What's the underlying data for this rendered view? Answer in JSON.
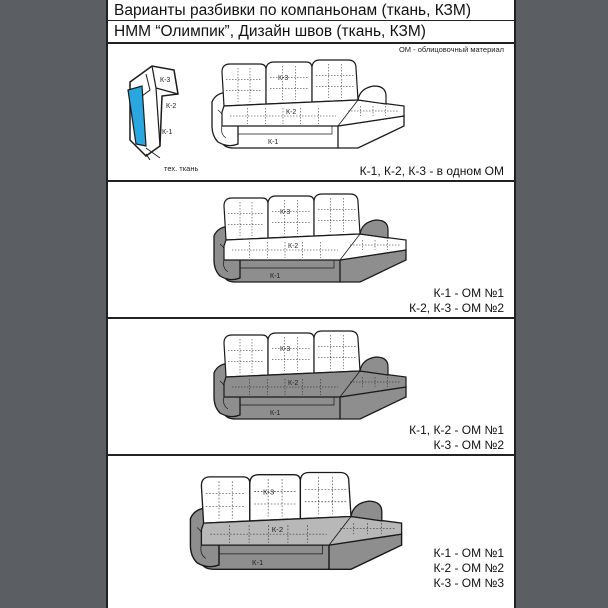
{
  "header": {
    "title_line1": "Варианты разбивки по компаньонам (ткань, КЗМ)",
    "title_line2": "НММ “Олимпик”, Дизайн швов (ткань, КЗМ)",
    "note_om": "ОМ - облицовочный материал"
  },
  "detail": {
    "tech_fabric_label": "тех. ткань",
    "labels": [
      "К-3",
      "К-2",
      "К-1"
    ]
  },
  "sofa_labels": {
    "k1": "К-1",
    "k2": "К-2",
    "k3": "К-3"
  },
  "sections": [
    {
      "caption_lines": [
        "К-1, К-2, К-3 - в одном ОМ"
      ],
      "colors": {
        "k1": "#ffffff",
        "k2": "#ffffff",
        "k3": "#ffffff"
      }
    },
    {
      "caption_lines": [
        "К-1 - ОМ №1",
        "К-2, К-3 - ОМ №2"
      ],
      "colors": {
        "k1": "#8e8e8e",
        "k2": "#ffffff",
        "k3": "#ffffff"
      }
    },
    {
      "caption_lines": [
        "К-1, К-2 - ОМ №1",
        "К-3 - ОМ №2"
      ],
      "colors": {
        "k1": "#8e8e8e",
        "k2": "#8e8e8e",
        "k3": "#ffffff"
      }
    },
    {
      "caption_lines": [
        "К-1 - ОМ №1",
        "К-2 - ОМ №2",
        "К-3 - ОМ №3"
      ],
      "colors": {
        "k1": "#8e8e8e",
        "k2": "#b8b8b8",
        "k3": "#ffffff"
      }
    }
  ],
  "colors": {
    "outline": "#1a1a1a",
    "accent_blue": "#2aa7df"
  }
}
